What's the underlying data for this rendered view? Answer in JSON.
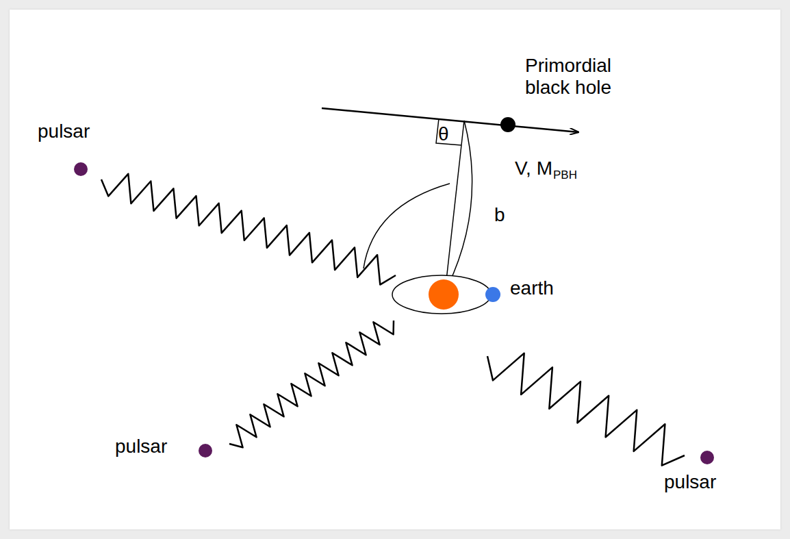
{
  "diagram": {
    "labels": [
      "Primordial black hole",
      "V, M",
      "PBH",
      "θ",
      "b",
      "earth",
      "pulsar",
      "pulsar",
      "pulsar"
    ]
  }
}
